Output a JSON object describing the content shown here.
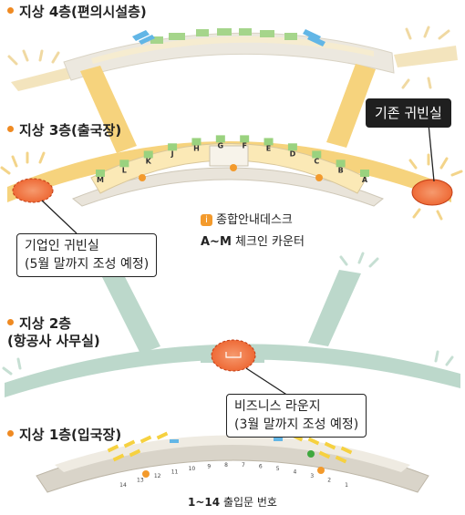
{
  "floors": {
    "f4": {
      "label": "지상 4층(편의시설층)"
    },
    "f3": {
      "label": "지상 3층(출국장)"
    },
    "f2": {
      "label_line1": "지상 2층",
      "label_line2": "(항공사 사무실)"
    },
    "f1": {
      "label": "지상 1층(입국장)"
    }
  },
  "callouts": {
    "existing_lounge": "기존 귀빈실",
    "corporate_lounge_line1": "기업인 귀빈실",
    "corporate_lounge_line2": "(5월 말까지 조성 예정)",
    "business_lounge_line1": "비즈니스 라운지",
    "business_lounge_line2": "(3월 말까지 조성 예정)"
  },
  "legend": {
    "info_desk": "종합안내데스크",
    "checkin_range": "A~M",
    "checkin_label": "체크인 카운터",
    "gate_range": "1~14",
    "gate_label": "출입문 번호"
  },
  "checkin_counters": [
    "M",
    "L",
    "K",
    "J",
    "H",
    "G",
    "F",
    "E",
    "D",
    "C",
    "B",
    "A"
  ],
  "arrival_gates": [
    "14",
    "13",
    "12",
    "11",
    "10",
    "9",
    "8",
    "7",
    "6",
    "5",
    "4",
    "3",
    "2",
    "1"
  ],
  "colors": {
    "bullet": "#ef8a22",
    "floor3_concourse": "#f6d37d",
    "floor3_light": "#fbe9b6",
    "floor2_concourse": "#bcd8cb",
    "floor1_base": "#d9d4c9",
    "counter_green": "#9ad27f",
    "lounge_highlight": "#f07c4a",
    "info_icon": "#f39a2c",
    "gate_marker": "#3ea83e"
  },
  "icons": [
    "info-desk-icon"
  ]
}
